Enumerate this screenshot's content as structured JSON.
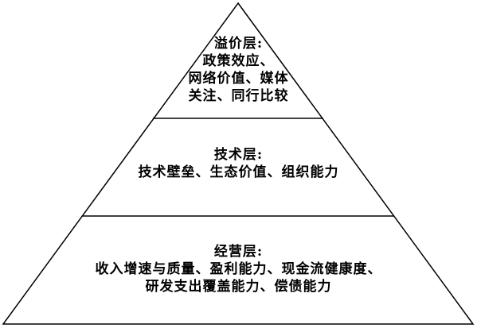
{
  "colors": {
    "stroke": "#000000",
    "fill": "#ffffff",
    "text": "#000000"
  },
  "layers": [
    {
      "title": "溢价层:",
      "lines": [
        "政策效应、",
        "网络价值、媒体",
        "关注、同行比较"
      ]
    },
    {
      "title": "技术层:",
      "lines": [
        "技术壁垒、生态价值、组织能力"
      ]
    },
    {
      "title": "经营层:",
      "lines": [
        "收入增速与质量、盈利能力、现金流健康度、",
        "研发支出覆盖能力、偿债能力"
      ]
    }
  ]
}
